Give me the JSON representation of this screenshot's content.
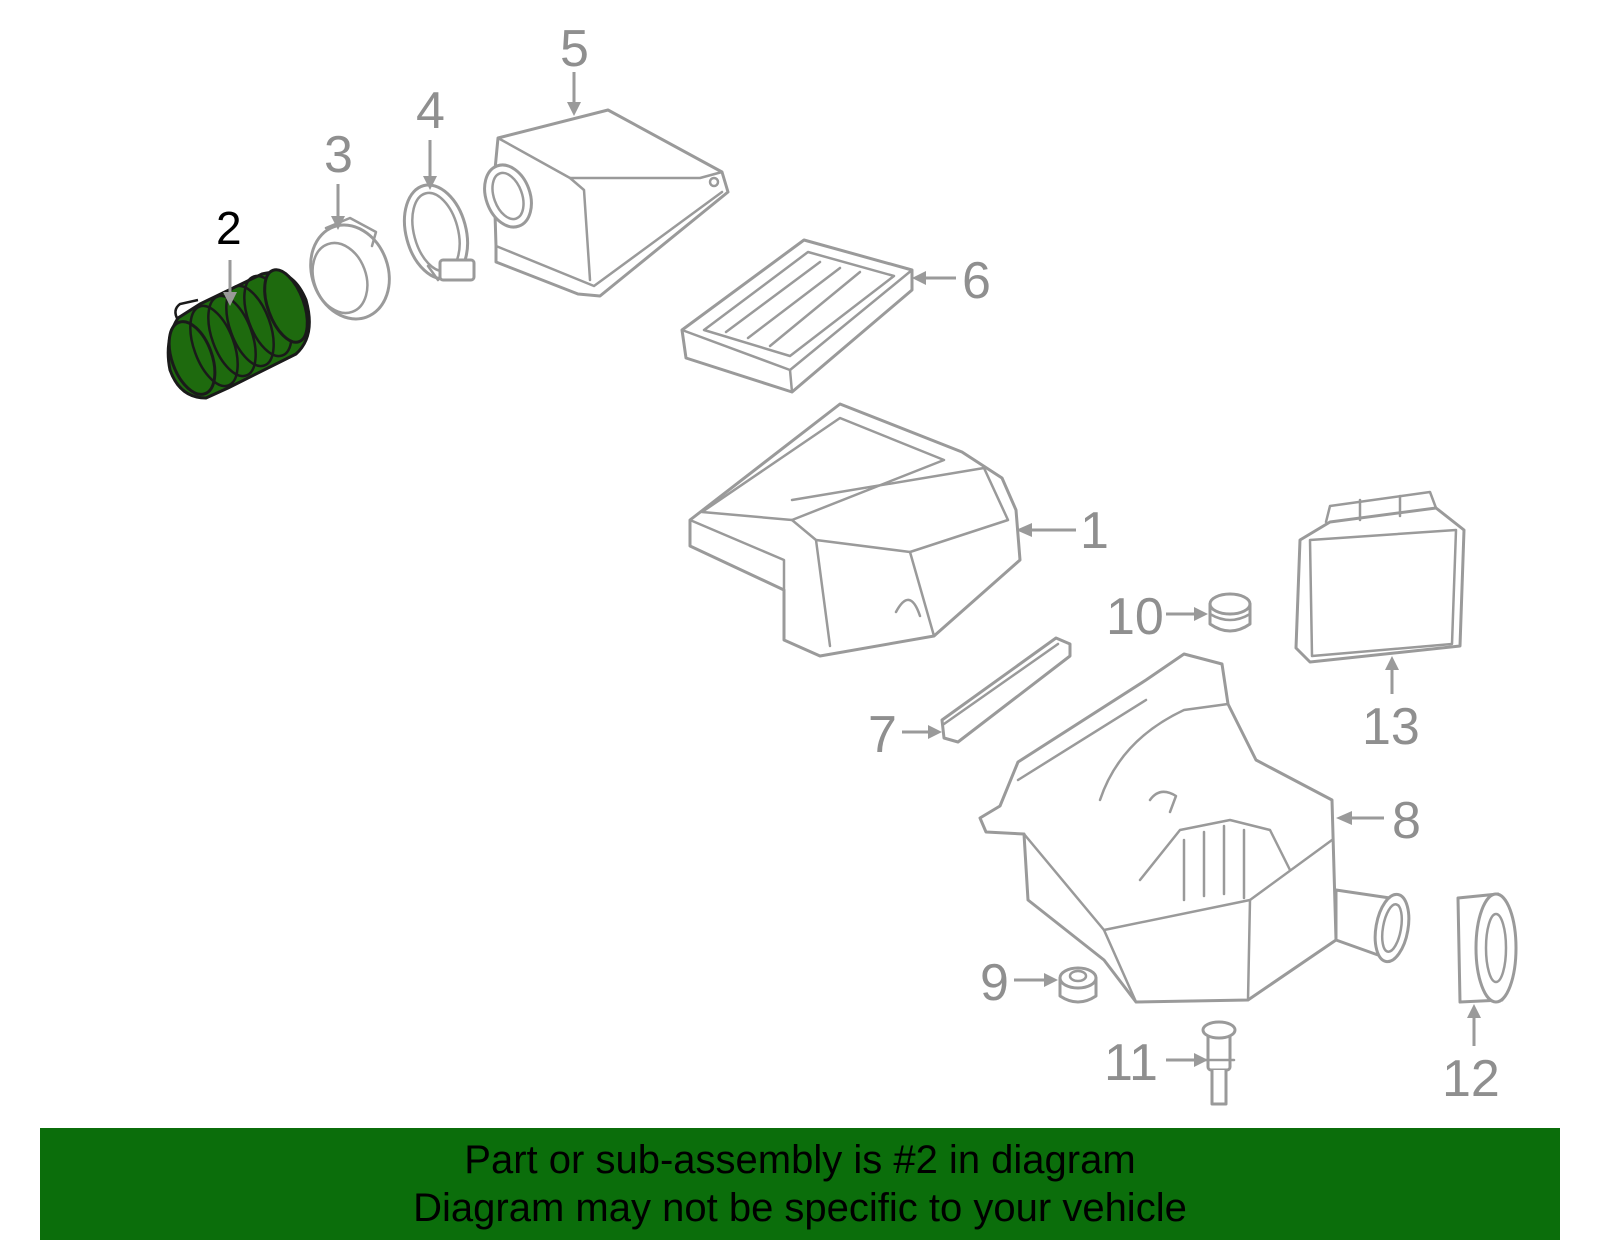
{
  "diagram": {
    "callouts": [
      {
        "num": "1",
        "highlighted": false
      },
      {
        "num": "2",
        "highlighted": true
      },
      {
        "num": "3",
        "highlighted": false
      },
      {
        "num": "4",
        "highlighted": false
      },
      {
        "num": "5",
        "highlighted": false
      },
      {
        "num": "6",
        "highlighted": false
      },
      {
        "num": "7",
        "highlighted": false
      },
      {
        "num": "8",
        "highlighted": false
      },
      {
        "num": "9",
        "highlighted": false
      },
      {
        "num": "10",
        "highlighted": false
      },
      {
        "num": "11",
        "highlighted": false
      },
      {
        "num": "12",
        "highlighted": false
      },
      {
        "num": "13",
        "highlighted": false
      }
    ]
  },
  "banner": {
    "line1": "Part or sub-assembly is #2 in diagram",
    "line2": "Diagram may not be specific to your vehicle"
  },
  "colors": {
    "banner_bg": "#0b6e0b",
    "highlight_part": "#1e6a0e",
    "line_gray": "#9a9a9a"
  }
}
